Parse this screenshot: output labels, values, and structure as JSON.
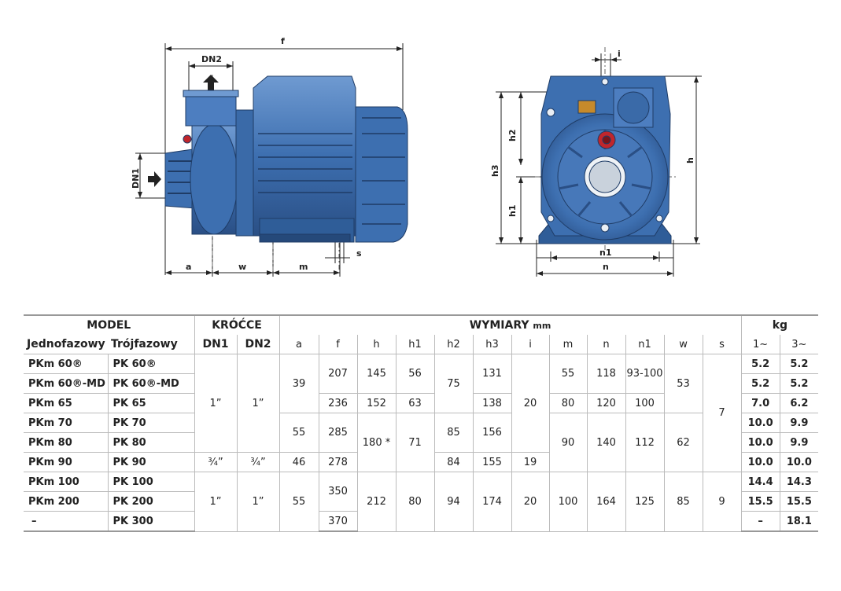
{
  "drawing": {
    "labels": {
      "f": "f",
      "dn2": "DN2",
      "dn1": "DN1",
      "a": "a",
      "w": "w",
      "m": "m",
      "s": "s",
      "i": "i",
      "h": "h",
      "h1": "h1",
      "h2": "h2",
      "h3": "h3",
      "n": "n",
      "n1": "n1"
    },
    "colors": {
      "pump_body": "#3d6fb0",
      "pump_dark": "#2a4f85",
      "pump_light": "#6f9ad1",
      "valve": "#c0262c",
      "brass": "#c68a2b"
    }
  },
  "table": {
    "headers": {
      "model": "MODEL",
      "krocce": "KRÓĆCE",
      "wymiary": "WYMIARY",
      "wymiary_unit": "mm",
      "kg": "kg",
      "single_phase": "Jednofazowy",
      "three_phase": "Trójfazowy",
      "dn1": "DN1",
      "dn2": "DN2",
      "cols": [
        "a",
        "f",
        "h",
        "h1",
        "h2",
        "h3",
        "i",
        "m",
        "n",
        "n1",
        "w",
        "s"
      ],
      "kg1": "1~",
      "kg3": "3~"
    },
    "models": [
      [
        "PKm 60®",
        "PK 60®"
      ],
      [
        "PKm 60®-MD",
        "PK 60®-MD"
      ],
      [
        "PKm 65",
        "PK 65"
      ],
      [
        "PKm 70",
        "PK 70"
      ],
      [
        "PKm 80",
        "PK 80"
      ],
      [
        "PKm 90",
        "PK 90"
      ],
      [
        "PKm 100",
        "PK 100"
      ],
      [
        "PKm 200",
        "PK 200"
      ],
      [
        "–",
        "PK 300"
      ]
    ],
    "kg": [
      [
        "5.2",
        "5.2"
      ],
      [
        "5.2",
        "5.2"
      ],
      [
        "7.0",
        "6.2"
      ],
      [
        "10.0",
        "9.9"
      ],
      [
        "10.0",
        "9.9"
      ],
      [
        "10.0",
        "10.0"
      ],
      [
        "14.4",
        "14.3"
      ],
      [
        "15.5",
        "15.5"
      ],
      [
        "–",
        "18.1"
      ]
    ],
    "cells": {
      "dn1_a": "1”",
      "dn2_a": "1”",
      "dn1_b": "¾”",
      "dn2_b": "¾”",
      "dn1_c": "1”",
      "dn2_c": "1”",
      "a_1": "39",
      "a_2": "55",
      "a_3": "46",
      "a_4": "55",
      "f_1": "207",
      "f_2": "236",
      "f_3": "285",
      "f_4": "278",
      "f_5": "350",
      "f_6": "370",
      "h_1": "145",
      "h_2": "152",
      "h_3": "180 *",
      "h_4": "212",
      "h1_1": "56",
      "h1_2": "63",
      "h1_3": "71",
      "h1_4": "80",
      "h2_1": "75",
      "h2_2": "85",
      "h2_3": "84",
      "h2_4": "94",
      "h3_1": "131",
      "h3_2": "138",
      "h3_3": "156",
      "h3_4": "155",
      "h3_5": "174",
      "i_1": "20",
      "i_2": "19",
      "i_3": "20",
      "m_1": "55",
      "m_2": "80",
      "m_3": "90",
      "m_4": "100",
      "n_1": "118",
      "n_2": "120",
      "n_3": "140",
      "n_4": "164",
      "n1_1": "93-100",
      "n1_2": "100",
      "n1_3": "112",
      "n1_4": "125",
      "w_1": "53",
      "w_2": "62",
      "w_3": "85",
      "s_1": "7",
      "s_2": "9"
    }
  }
}
